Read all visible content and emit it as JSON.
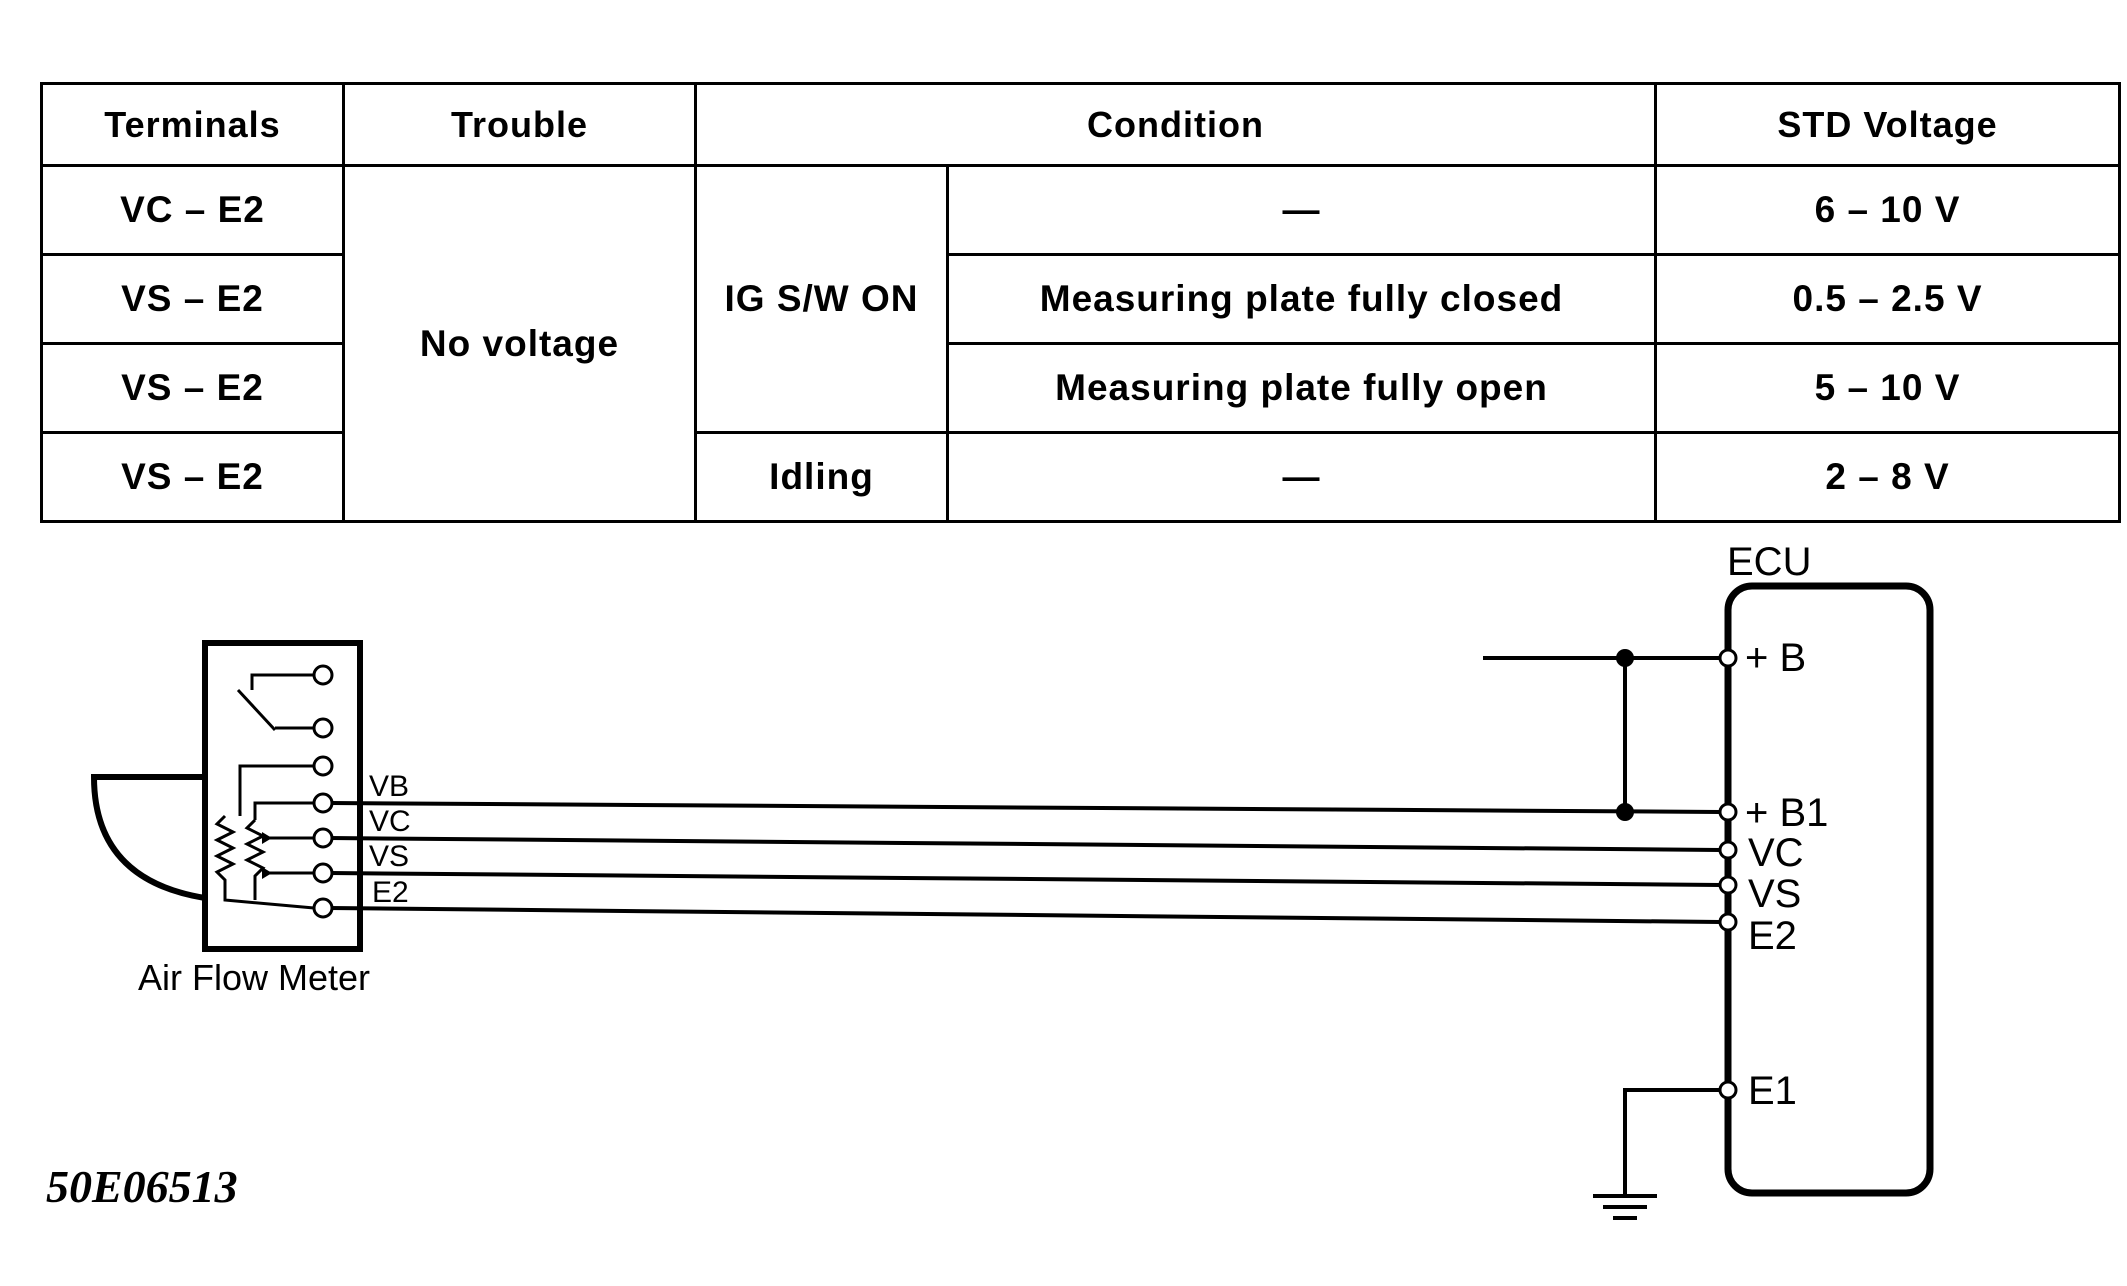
{
  "table": {
    "headers": {
      "terminals": "Terminals",
      "trouble": "Trouble",
      "condition": "Condition",
      "std_voltage": "STD Voltage"
    },
    "rows": [
      {
        "terminals": "VC  –  E2",
        "condition_detail": "—",
        "std_voltage": "6 – 10 V"
      },
      {
        "terminals": "VS  –  E2",
        "condition_detail": "Measuring plate fully closed",
        "std_voltage": "0.5 – 2.5 V"
      },
      {
        "terminals": "VS  –  E2",
        "condition_detail": "Measuring plate fully open",
        "std_voltage": "5 – 10 V"
      },
      {
        "terminals": "VS  –  E2",
        "condition_detail": "—",
        "std_voltage": "2 – 8 V"
      }
    ],
    "trouble": "No voltage",
    "condition_groups": {
      "ig_on": "IG S/W ON",
      "idling": "Idling"
    }
  },
  "diagram": {
    "ecu_title": "ECU",
    "ecu_pins": {
      "b": "+ B",
      "b1": "+ B1",
      "vc": "VC",
      "vs": "VS",
      "e2": "E2",
      "e1": "E1"
    },
    "meter_wires": {
      "vb": "VB",
      "vc": "VC",
      "vs": "VS",
      "e2": "E2"
    },
    "meter_label": "Air Flow Meter"
  },
  "figure_code": "50E06513"
}
